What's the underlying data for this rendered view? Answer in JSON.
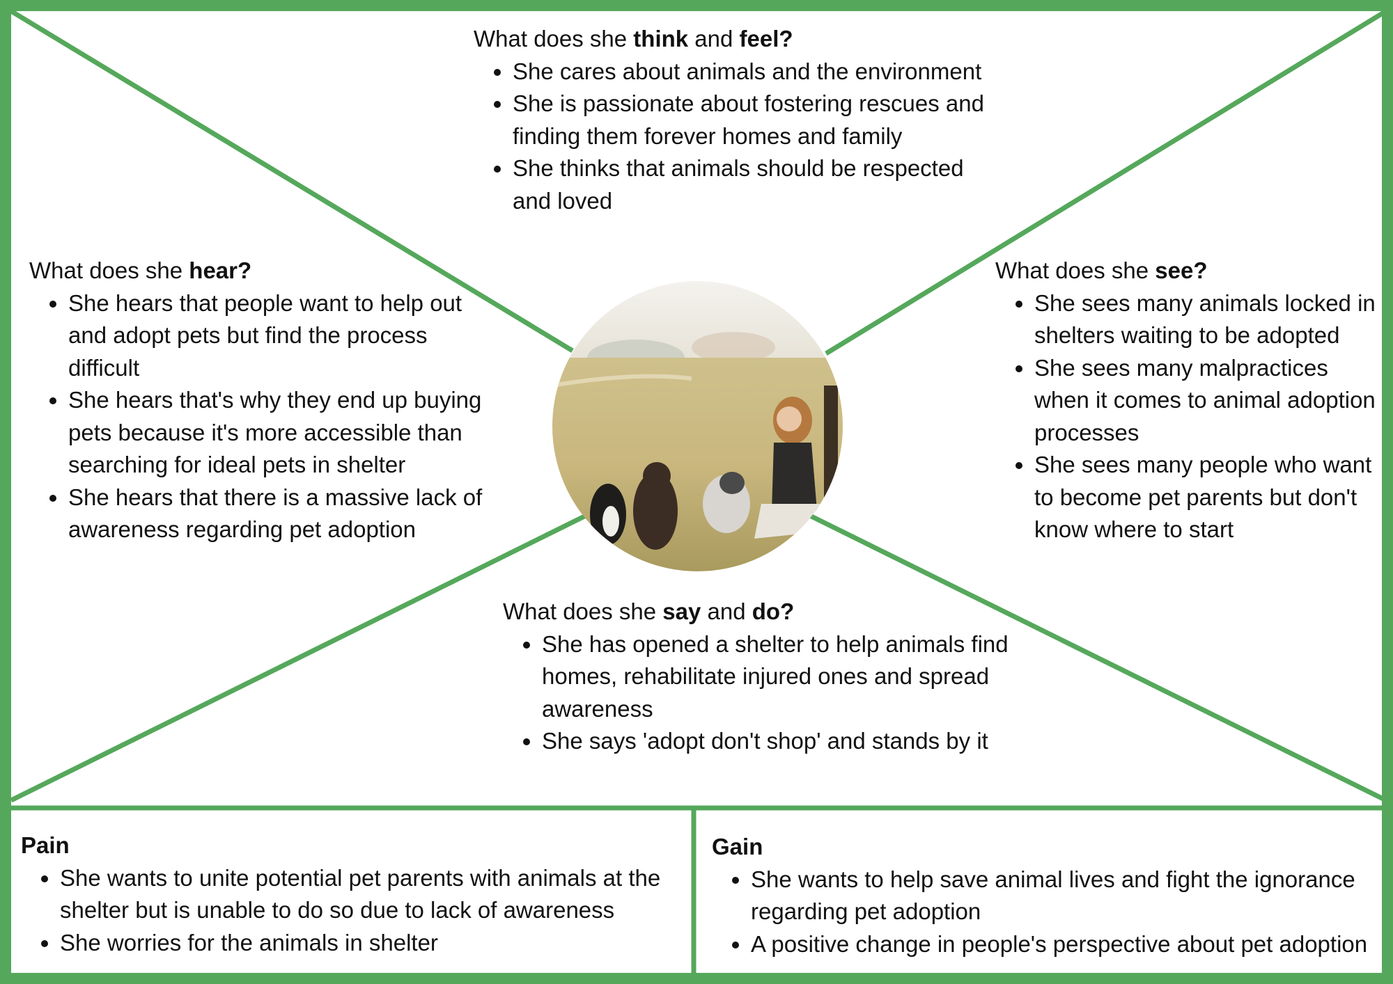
{
  "colors": {
    "border": "#55a85b",
    "background": "#ffffff",
    "text": "#111111"
  },
  "think_feel": {
    "prefix": "What does she ",
    "bold1": "think",
    "middle": " and ",
    "bold2": "feel?",
    "items": [
      "She cares about animals and the environment",
      "She is passionate about fostering rescues and finding them forever homes and family",
      "She thinks that animals should be respected and loved"
    ]
  },
  "hear": {
    "prefix": "What does she ",
    "bold1": "hear?",
    "items": [
      "She hears that people want to help out and adopt pets but find the process difficult",
      "She hears that's why they end up buying pets because it's more accessible than searching for ideal pets in shelter",
      "She hears that there is a massive lack of awareness regarding pet adoption"
    ]
  },
  "see": {
    "prefix": "What does she ",
    "bold1": "see?",
    "items": [
      "She sees many animals locked in shelters waiting to be adopted",
      "She sees many malpractices when it comes to animal adoption processes",
      "She sees many people who want to become pet parents but don't know where to start"
    ]
  },
  "say_do": {
    "prefix": "What does she ",
    "bold1": "say",
    "middle": " and ",
    "bold2": "do?",
    "items": [
      "She has opened a shelter to help animals find homes, rehabilitate injured ones and spread awareness",
      "She says 'adopt don't shop' and stands by it"
    ]
  },
  "pain": {
    "title": "Pain",
    "items": [
      "She wants to unite potential pet parents with animals at the shelter but is unable to do so due to lack of awareness",
      "She worries for the animals in shelter"
    ]
  },
  "gain": {
    "title": "Gain",
    "items": [
      "She wants to help save animal lives and fight the ignorance regarding pet adoption",
      "A positive change in people's perspective about pet adoption"
    ]
  },
  "photo": {
    "icon": "persona-photo-woman-with-dogs-in-field"
  }
}
